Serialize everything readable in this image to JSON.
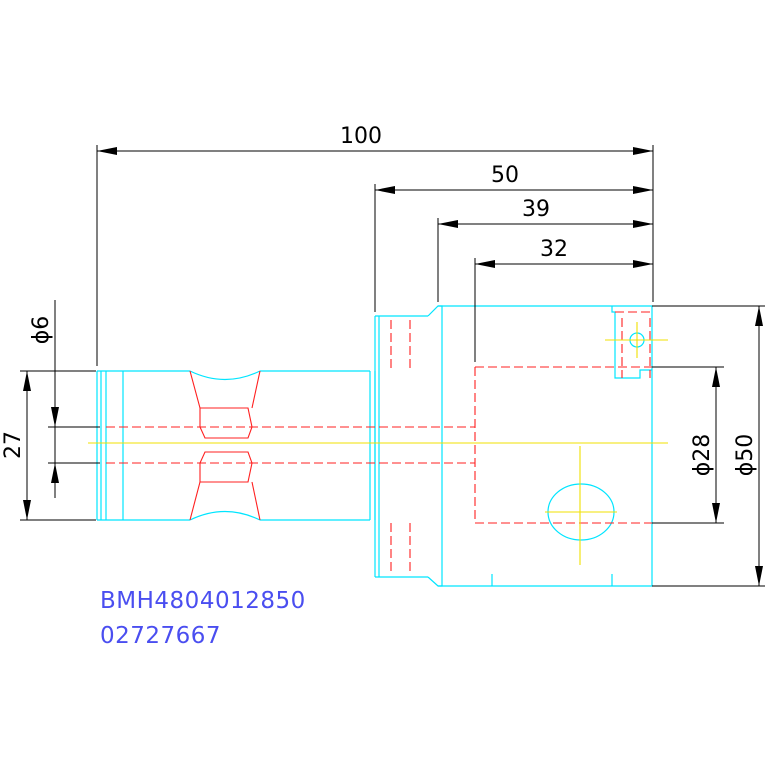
{
  "dimensions": {
    "overall_length": "100",
    "length_50": "50",
    "length_39": "39",
    "length_32": "32",
    "dia_small": "ϕ6",
    "height_27": "27",
    "dia_28": "ϕ28",
    "dia_50": "ϕ50"
  },
  "part": {
    "number": "BMH4804012850",
    "code": "02727667"
  },
  "colors": {
    "outline": "#00e5ff",
    "hidden": "#ff2020",
    "centerline": "#f0e000",
    "dimension": "#000000",
    "text": "#4a4ef0"
  }
}
